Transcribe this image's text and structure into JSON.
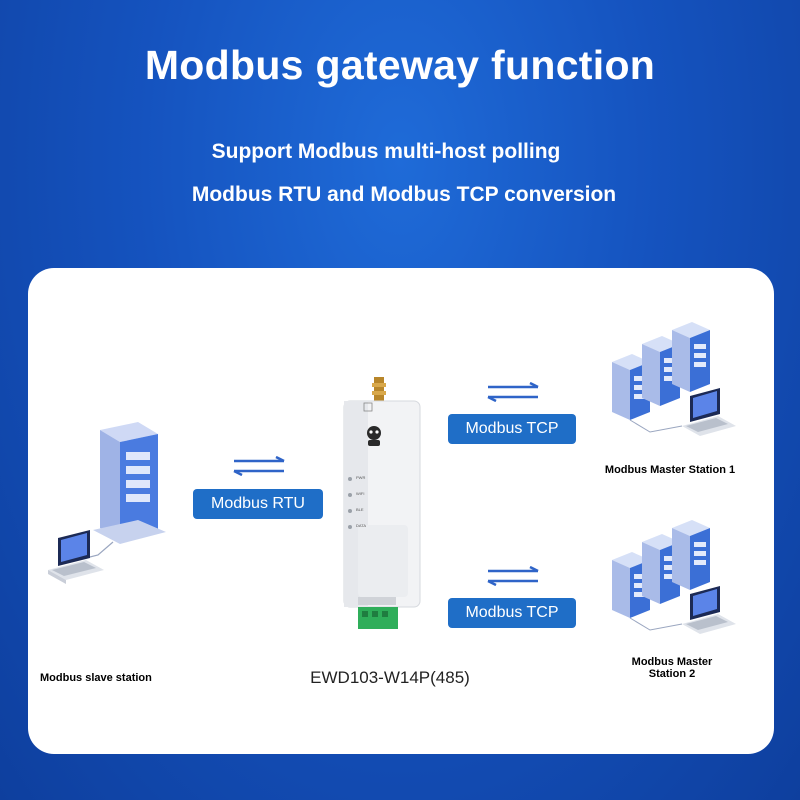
{
  "header": {
    "title": "Modbus gateway function",
    "subtitle_1": "Support Modbus multi-host polling",
    "subtitle_2": "Modbus RTU and Modbus TCP conversion"
  },
  "diagram": {
    "slave_label": "Modbus slave station",
    "rtu_label": "Modbus RTU",
    "tcp_label_1": "Modbus TCP",
    "tcp_label_2": "Modbus TCP",
    "master_1_label": "Modbus Master Station 1",
    "master_2_label": "Modbus Master\nStation 2",
    "device_model": "EWD103-W14P(485)",
    "device_indicator_labels": [
      "PWR",
      "WIFI",
      "BLE",
      "DATA"
    ]
  },
  "colors": {
    "background": "#1553bf",
    "panel": "#ffffff",
    "pill": "#1f6ec7",
    "arrow": "#2f64c8",
    "server_blue": "#3b6fd6"
  },
  "icons": [
    "two-way-arrow-icon",
    "server-computer-icon",
    "gateway-device-icon",
    "server-cluster-icon"
  ]
}
